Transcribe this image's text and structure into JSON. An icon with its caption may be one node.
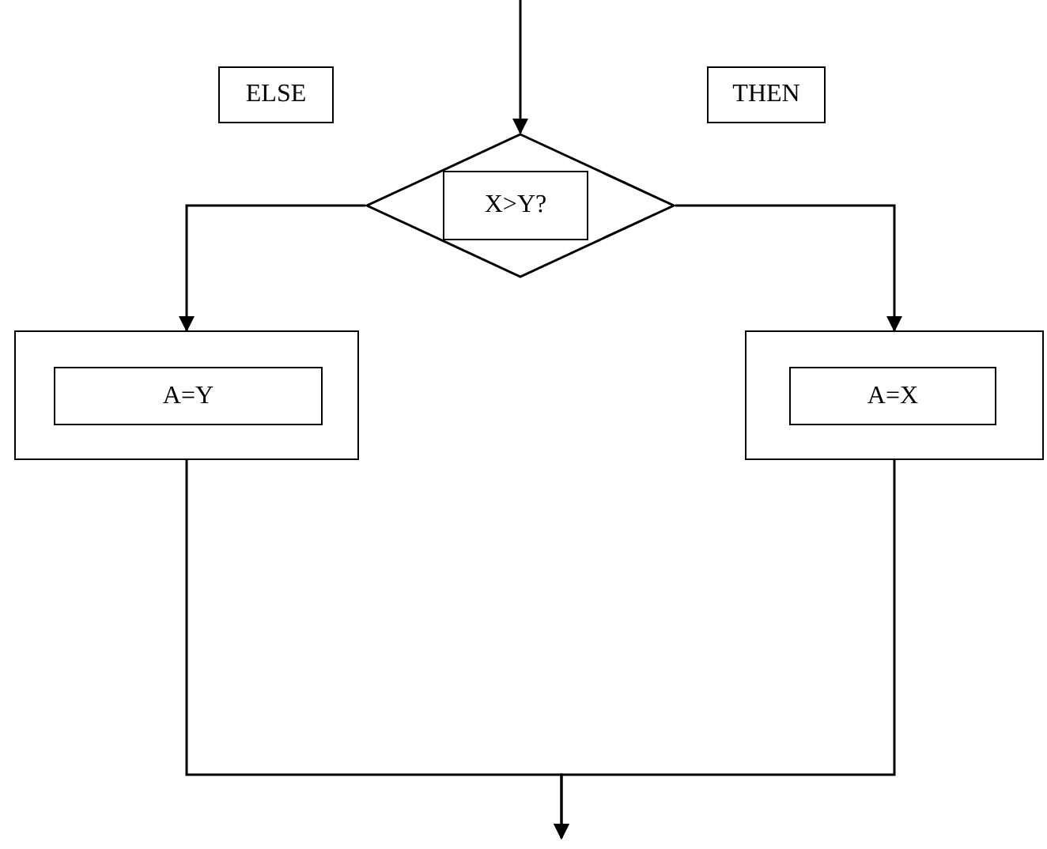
{
  "diagram": {
    "nodes": [
      {
        "text": [
          "ELSE"
        ]
      },
      {
        "text": [],
        "shape": "diamond"
      },
      {
        "text": [
          "X>Y?"
        ],
        "in": 1
      },
      {
        "text": [
          "THEN"
        ]
      },
      {
        "text": [],
        "shape": "box"
      },
      {
        "text": [
          "A=Y"
        ],
        "in": 4
      },
      {
        "text": [],
        "shape": "box"
      },
      {
        "text": [
          "A=X"
        ],
        "in": 6
      }
    ],
    "edges": [
      {
        "from": null,
        "to": 1,
        "arrow": "to"
      },
      {
        "from": 1,
        "to": 4,
        "arrow": "to"
      },
      {
        "from": 1,
        "to": 6,
        "arrow": "to"
      },
      {
        "from": 4,
        "to": null,
        "arrow": "to"
      },
      {
        "from": 6,
        "to": null,
        "arrow": "to"
      }
    ]
  }
}
